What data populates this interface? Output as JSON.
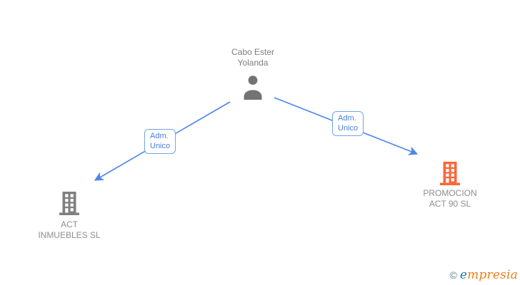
{
  "colors": {
    "edge": "#4d86e8",
    "edge_label_text": "#4a7fd6",
    "edge_label_border": "#74a3ea",
    "person_icon": "#737373",
    "person_label_text": "#7d7d7d",
    "company_label_text": "#8e8e8e",
    "company_left_icon": "#7f7f7f",
    "company_right_icon": "#f9683a",
    "logo_copyright": "#5b7f93",
    "logo_first_letter": "#1d78b5",
    "logo_rest": "#ef7d1a"
  },
  "diagram": {
    "person": {
      "name": "Cabo Ester\nYolanda"
    },
    "edges": {
      "left_label": "Adm.\nUnico",
      "right_label": "Adm.\nUnico"
    },
    "companies": {
      "left": {
        "name": "ACT\nINMUEBLES SL"
      },
      "right": {
        "name": "PROMOCION\nACT 90 SL"
      }
    }
  },
  "branding": {
    "copyright_symbol": "©",
    "logo_first_letter": "e",
    "logo_rest": "mpresia"
  }
}
